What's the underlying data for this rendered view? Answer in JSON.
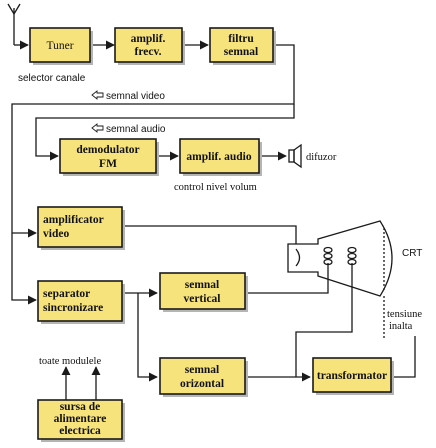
{
  "blocks": {
    "tuner": [
      "Tuner"
    ],
    "rf_amp": [
      "amplif.",
      "frecv."
    ],
    "signal_filter": [
      "filtru",
      "semnal"
    ],
    "fm_demod": [
      "demodulator",
      "FM"
    ],
    "audio_amp": [
      "amplif. audio"
    ],
    "video_amp": [
      "amplificator",
      "video"
    ],
    "sync_sep": [
      "separator",
      "sincronizare"
    ],
    "vertical": [
      "semnal",
      "vertical"
    ],
    "horizontal": [
      "semnal",
      "orizontal"
    ],
    "transformer": [
      "transformator"
    ],
    "power": [
      "sursa de",
      "alimentare",
      "electrica"
    ]
  },
  "labels": {
    "channel_selector": "selector canale",
    "video_signal": "semnal video",
    "audio_signal": "semnal audio",
    "volume_control": "control nivel volum",
    "speaker": "difuzor",
    "crt": "CRT",
    "high_voltage": [
      "tensiune",
      "inalta"
    ],
    "all_modules": "toate modulele"
  },
  "colors": {
    "block_fill": "#f7e37b",
    "block_stroke": "#1a1a1a",
    "shadow": "#b5b5b5"
  },
  "icons": [
    "antenna-icon",
    "speaker-icon",
    "crt-tube-icon",
    "arrow-icon"
  ]
}
